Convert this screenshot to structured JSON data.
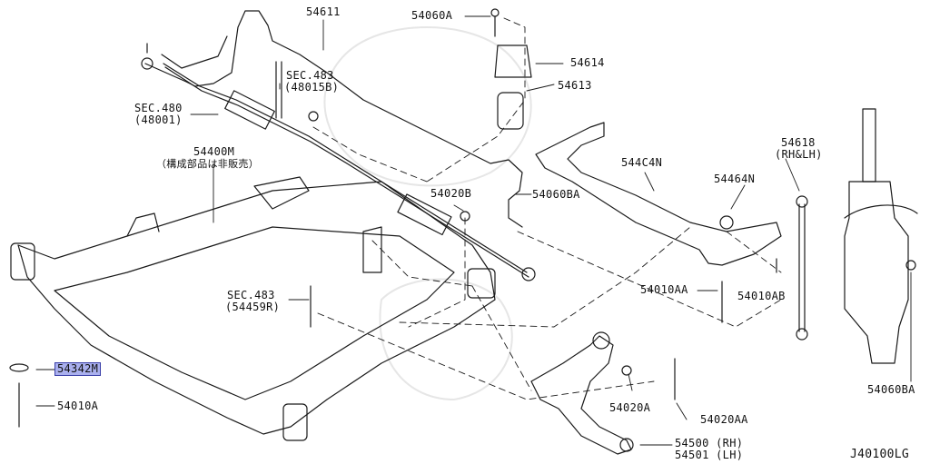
{
  "labels": {
    "p54611": "54611",
    "p54060A": "54060A",
    "p54614": "54614",
    "p54613": "54613",
    "sec483_a": "SEC.483",
    "sec483_a_sub": "(48015B)",
    "sec480": "SEC.480",
    "sec480_sub": "(48001)",
    "p54400M": "54400M",
    "p54400M_note": "（構成部品は非販売）",
    "p544C4N": "544C4N",
    "p54618": "54618",
    "p54618_sub": "(RH&LH)",
    "p54464N": "54464N",
    "p54020B": "54020B",
    "p54060BA_mid": "54060BA",
    "sec483_b": "SEC.483",
    "sec483_b_sub": "(54459R)",
    "p54010AA": "54010AA",
    "p54010AB": "54010AB",
    "p54342M": "54342M",
    "p54010A": "54010A",
    "p54020A": "54020A",
    "p54020AA": "54020AA",
    "p54500": "54500 (RH)",
    "p54501": "54501 (LH)",
    "p54060BA_right": "54060BA",
    "diagram_code": "J40100LG"
  },
  "colors": {
    "line": "#1a1a1a",
    "highlight_fill": "#aab0ee",
    "highlight_border": "#3a3fa8"
  }
}
